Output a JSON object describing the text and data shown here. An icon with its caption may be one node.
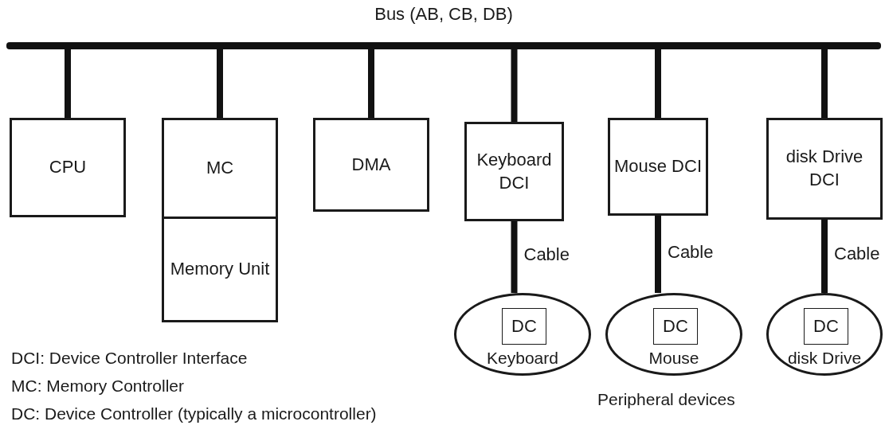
{
  "diagram": {
    "nodes": [
      {
        "text": [
          "Bus (AB, CB, DB)"
        ]
      },
      {
        "text": [
          "CPU"
        ]
      },
      {
        "text": [
          "MC"
        ]
      },
      {
        "text": [
          "Memory Unit"
        ]
      },
      {
        "text": [
          "DMA"
        ]
      },
      {
        "text": [
          "Keyboard DCI"
        ]
      },
      {
        "text": [
          "Mouse DCI"
        ]
      },
      {
        "text": [
          "disk Drive DCI"
        ]
      },
      {
        "text": [
          "Keyboard"
        ]
      },
      {
        "text": [
          "DC"
        ],
        "in": 8
      },
      {
        "text": [
          "Mouse"
        ]
      },
      {
        "text": [
          "DC"
        ],
        "in": 10
      },
      {
        "text": [
          "disk Drive"
        ]
      },
      {
        "text": [
          "DC"
        ],
        "in": 12
      }
    ],
    "edges": [
      {
        "from": 0,
        "to": 1,
        "arrow": "none"
      },
      {
        "from": 0,
        "to": 2,
        "arrow": "none"
      },
      {
        "from": 0,
        "to": 4,
        "arrow": "none"
      },
      {
        "from": 0,
        "to": 5,
        "arrow": "none"
      },
      {
        "from": 0,
        "to": 6,
        "arrow": "none"
      },
      {
        "from": 0,
        "to": 7,
        "arrow": "none"
      },
      {
        "from": 5,
        "to": 8,
        "label": "Cable",
        "arrow": "none"
      },
      {
        "from": 6,
        "to": 10,
        "label": "Cable",
        "arrow": "none"
      },
      {
        "from": 7,
        "to": 12,
        "label": "Cable",
        "arrow": "none"
      }
    ],
    "labels": [
      "DCI: Device Controller Interface",
      "MC: Memory Controller",
      "DC: Device Controller (typically a microcontroller)",
      "Peripheral devices"
    ]
  }
}
